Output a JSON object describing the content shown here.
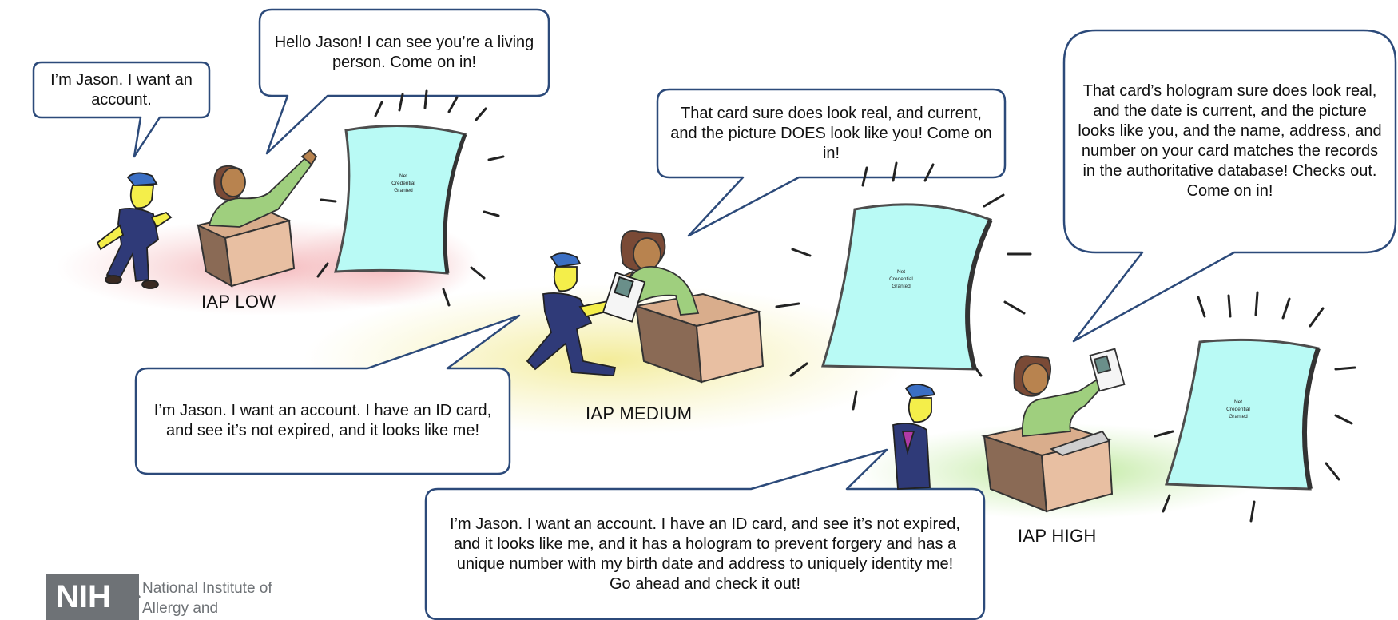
{
  "bubbles": {
    "low_jason": "I’m Jason. I want an account.",
    "low_clerk": "Hello Jason! I can see you’re a living person. Come on in!",
    "medium_clerk": "That card sure does look real, and current, and the picture DOES look like you! Come on in!",
    "medium_jason": "I’m Jason. I want an account. I have an ID card, and see it’s not expired, and it looks like me!",
    "high_clerk": "That card’s hologram sure does look real, and the date is current, and the picture looks like you, and the name, address, and number on your card matches the records in the authoritative database! Checks out. Come on in!",
    "high_jason": "I’m Jason. I want an account. I have an ID card, and see it’s not expired, and it looks like me, and it has a hologram to prevent forgery and has a unique number with my birth date and address to uniquely identity me! Go ahead and check it out!"
  },
  "levels": {
    "low": "IAP LOW",
    "medium": "IAP MEDIUM",
    "high": "IAP HIGH"
  },
  "card": {
    "line1": "Net",
    "line2": "Credential",
    "line3": "Granted"
  },
  "logo": {
    "mark": "NIH",
    "text": "National Institute of\nAllergy and"
  },
  "colors": {
    "low_glow": "#f6c9cb",
    "medium_glow": "#f5f0b4",
    "high_glow": "#cdeeb2",
    "card": "#b9faf5",
    "bubble_border": "#2c4a7a",
    "suit": "#2f3a78",
    "skin": "#f4ee4a",
    "cap": "#3b6fc4",
    "desk_front": "#8a6a55",
    "desk_side": "#e8bfa2",
    "clerk_shirt": "#9fcf7e",
    "logo_gray": "#6e7276"
  }
}
